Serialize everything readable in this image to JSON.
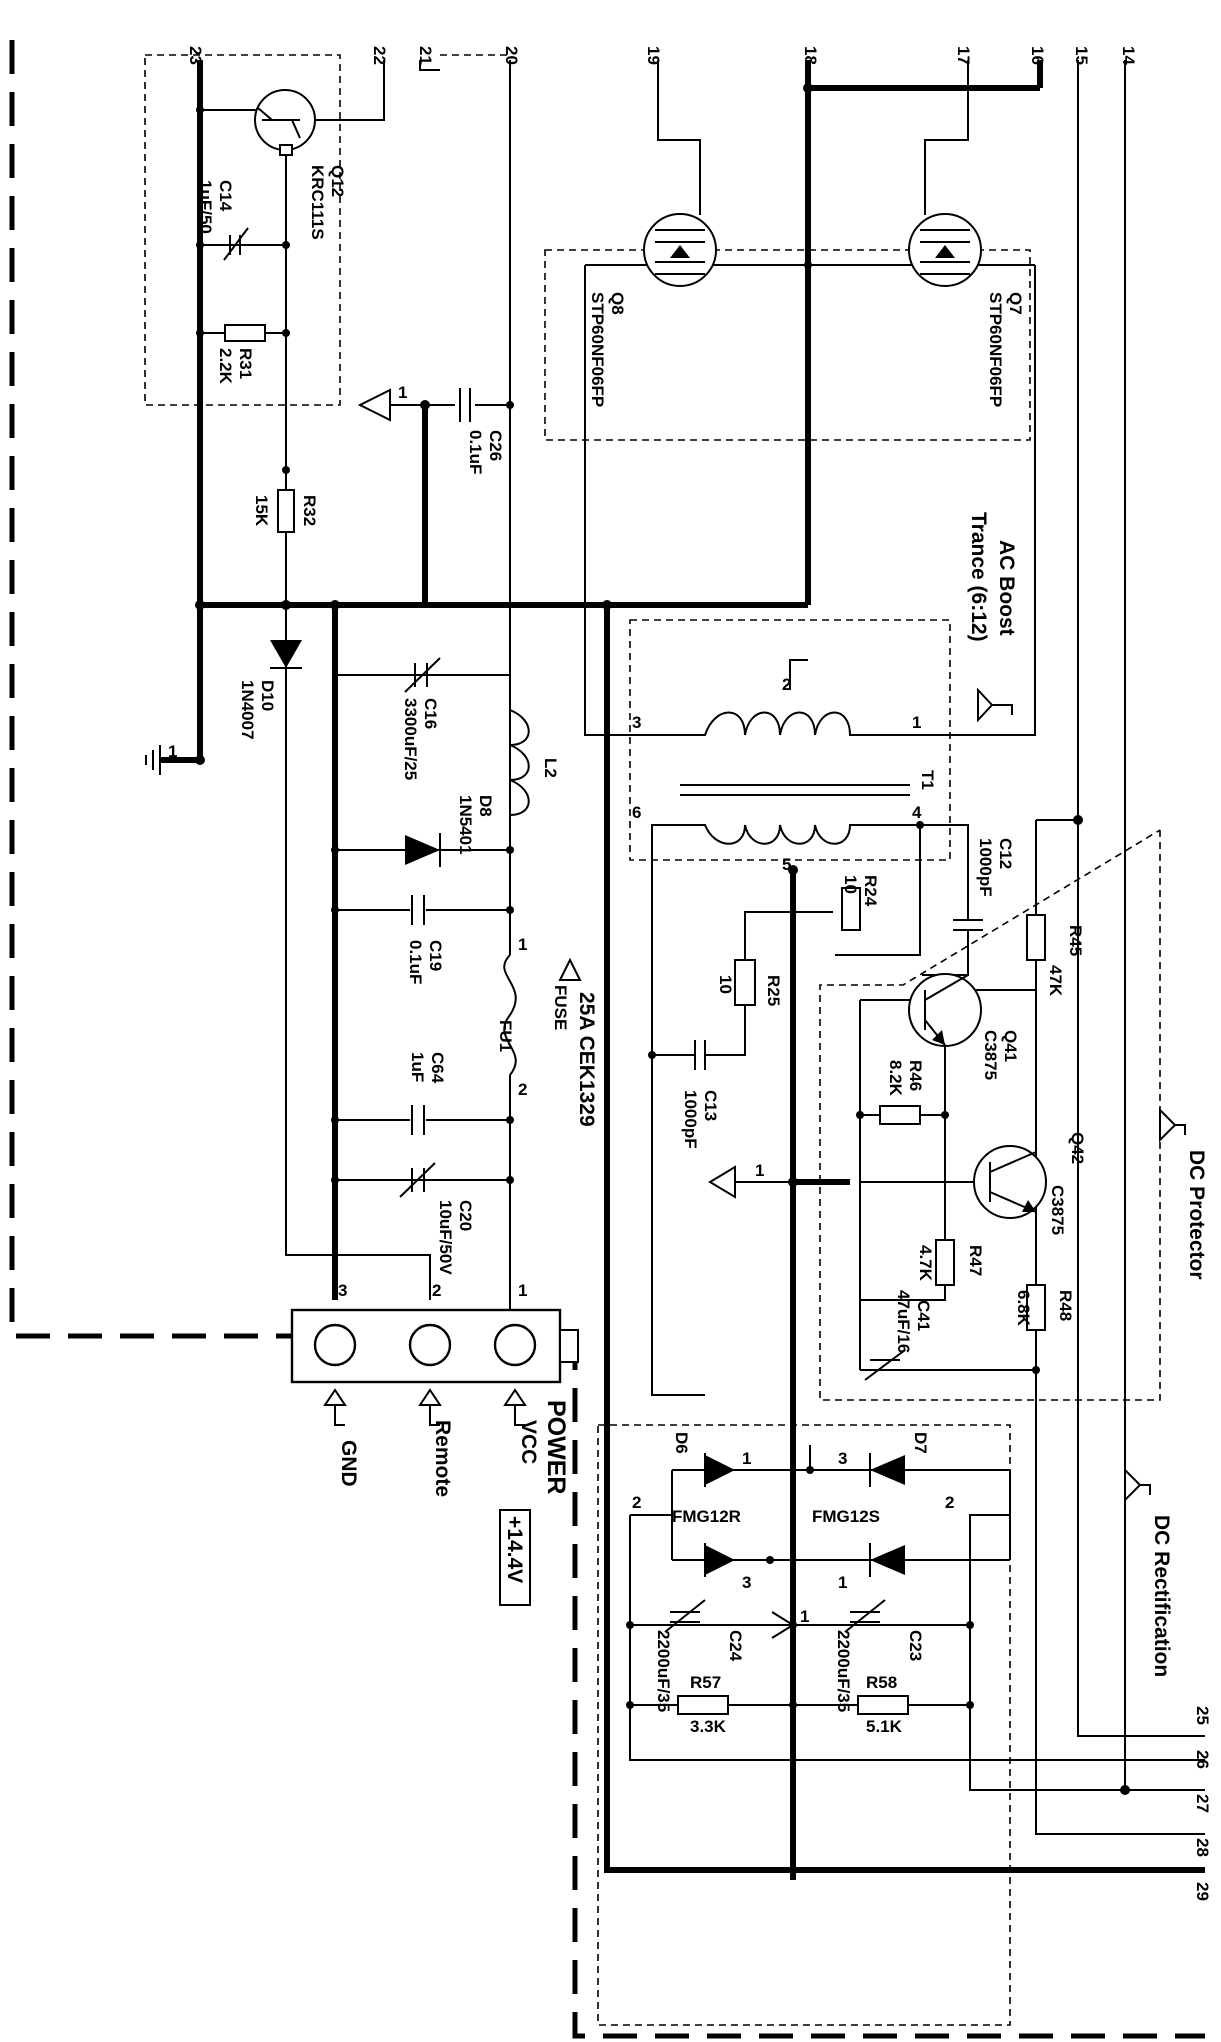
{
  "colors": {
    "ink": "#000000",
    "paper": "#ffffff"
  },
  "pins": {
    "p23": "23",
    "p22": "22",
    "p21": "21",
    "p20": "20",
    "p19": "19",
    "p18": "18",
    "p17": "17",
    "p16": "16",
    "p15": "15",
    "p14": "14",
    "p25": "25",
    "p26": "26",
    "p27": "27",
    "p28": "28",
    "p29": "29"
  },
  "components": {
    "q12": {
      "ref": "Q12",
      "part": "KRC111S"
    },
    "c14": {
      "ref": "C14",
      "value": "1uF/50"
    },
    "r31": {
      "ref": "R31",
      "value": "2.2K"
    },
    "r32": {
      "ref": "R32",
      "value": "15K"
    },
    "c26": {
      "ref": "C26",
      "value": "0.1uF"
    },
    "d10": {
      "ref": "D10",
      "part": "1N4007"
    },
    "c16": {
      "ref": "C16",
      "value": "3300uF/25"
    },
    "l2": {
      "ref": "L2"
    },
    "d8": {
      "ref": "D8",
      "part": "1N5401"
    },
    "c19": {
      "ref": "C19",
      "value": "0.1uF"
    },
    "fu1": {
      "ref": "FU1",
      "label": "FUSE",
      "rating": "25A  CEK1329"
    },
    "c64": {
      "ref": "C64",
      "value": "1uF"
    },
    "c20": {
      "ref": "C20",
      "value": "10uF/50V"
    },
    "q8": {
      "ref": "Q8",
      "part": "STP60NF06FP"
    },
    "q7": {
      "ref": "Q7",
      "part": "STP60NF06FP"
    },
    "t1": {
      "ref": "T1"
    },
    "c12": {
      "ref": "C12",
      "value": "1000pF"
    },
    "r24": {
      "ref": "R24",
      "value": "10"
    },
    "r25": {
      "ref": "R25",
      "value": "10"
    },
    "c13": {
      "ref": "C13",
      "value": "1000pF"
    },
    "r45": {
      "ref": "R45",
      "value": "47K"
    },
    "q41": {
      "ref": "Q41",
      "part": "C3875"
    },
    "r46": {
      "ref": "R46",
      "value": "8.2K"
    },
    "q42": {
      "ref": "Q42",
      "part": "C3875"
    },
    "r47": {
      "ref": "R47",
      "value": "4.7K"
    },
    "c41": {
      "ref": "C41",
      "value": "47uF/16"
    },
    "r48": {
      "ref": "R48",
      "value": "6.8K"
    },
    "d6": {
      "ref": "D6",
      "part": "FMG12R"
    },
    "d7": {
      "ref": "D7",
      "part": "FMG12S"
    },
    "c24": {
      "ref": "C24",
      "value": "2200uF/35"
    },
    "c23": {
      "ref": "C23",
      "value": "2200uF/35"
    },
    "r57": {
      "ref": "R57",
      "value": "3.3K"
    },
    "r58": {
      "ref": "R58",
      "value": "5.1K"
    }
  },
  "pin_numbers": {
    "n1": "1",
    "n2": "2",
    "n3": "3",
    "n4": "4",
    "n5": "5",
    "n6": "6"
  },
  "blocks": {
    "ac_boost_line1": "AC Boost",
    "ac_boost_line2": "Trance (6:12)",
    "dc_protector": "DC Protector",
    "dc_rectification": "DC Rectification"
  },
  "power": {
    "title": "POWER",
    "voltage": "+14.4V",
    "vcc": "VCC",
    "remote": "Remote",
    "gnd": "GND"
  }
}
